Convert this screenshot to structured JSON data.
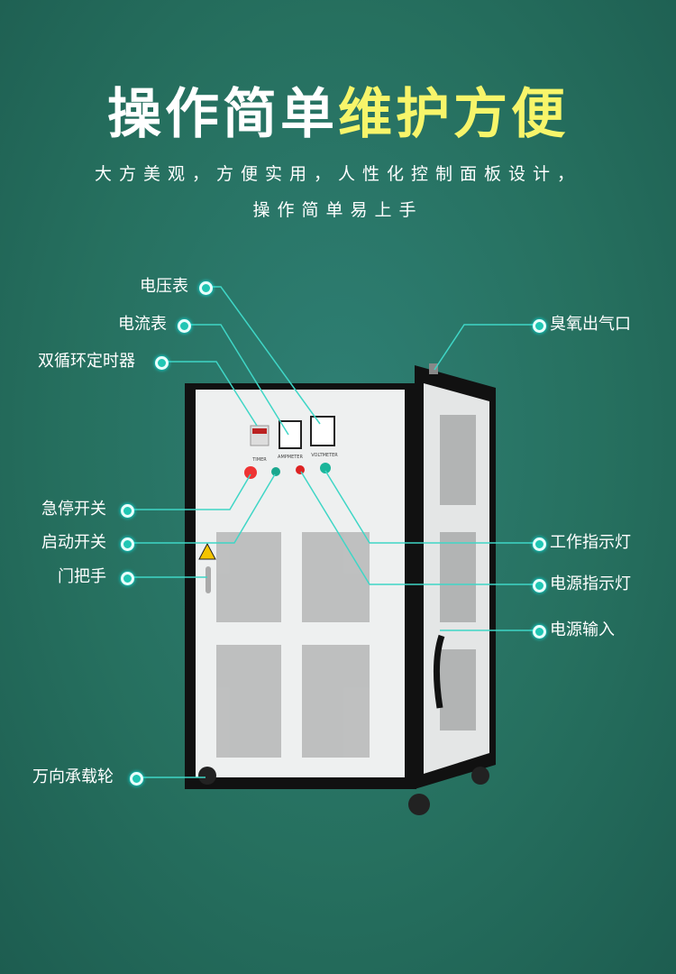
{
  "header": {
    "title_white": "操作简单",
    "title_yellow": "维护方便",
    "subtitle_line1": "大方美观，方便实用，人性化控制面板设计，",
    "subtitle_line2": "操作简单易上手"
  },
  "panel": {
    "timer": "TIMER",
    "ammeter": "AMPMETER",
    "voltmeter": "VOLTMETER"
  },
  "callouts": {
    "voltmeter": "电压表",
    "ammeter": "电流表",
    "timer": "双循环定时器",
    "ozone_outlet": "臭氧出气口",
    "emergency_stop": "急停开关",
    "start_switch": "启动开关",
    "door_handle": "门把手",
    "work_indicator": "工作指示灯",
    "power_indicator": "电源指示灯",
    "power_input": "电源输入",
    "casters": "万向承载轮"
  },
  "colors": {
    "accent": "#21c6b4",
    "title_yellow": "#f7f56a"
  }
}
